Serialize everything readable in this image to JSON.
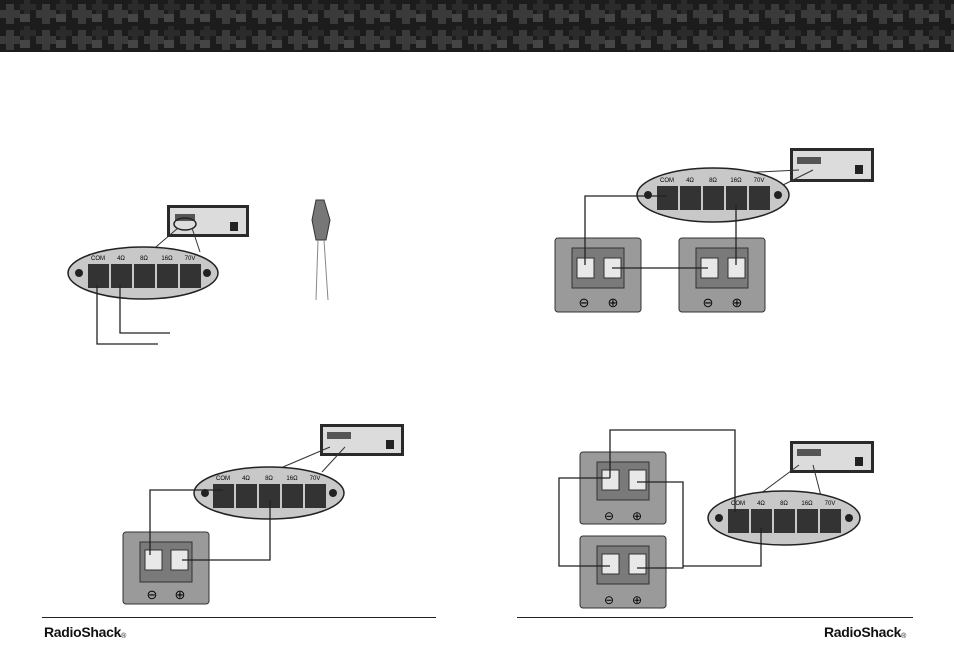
{
  "brand": {
    "name": "RadioShack",
    "registered_mark": "®"
  },
  "terminal_labels": [
    "COM",
    "4Ω",
    "8Ω",
    "16Ω",
    "70V"
  ],
  "polarity": {
    "negative": "⊖",
    "positive": "⊕"
  },
  "colors": {
    "banner_dark": "#1a1a1a",
    "banner_mid": "#3c3c3c",
    "panel": "#c8c8c8",
    "plate": "#9a9a9a"
  }
}
